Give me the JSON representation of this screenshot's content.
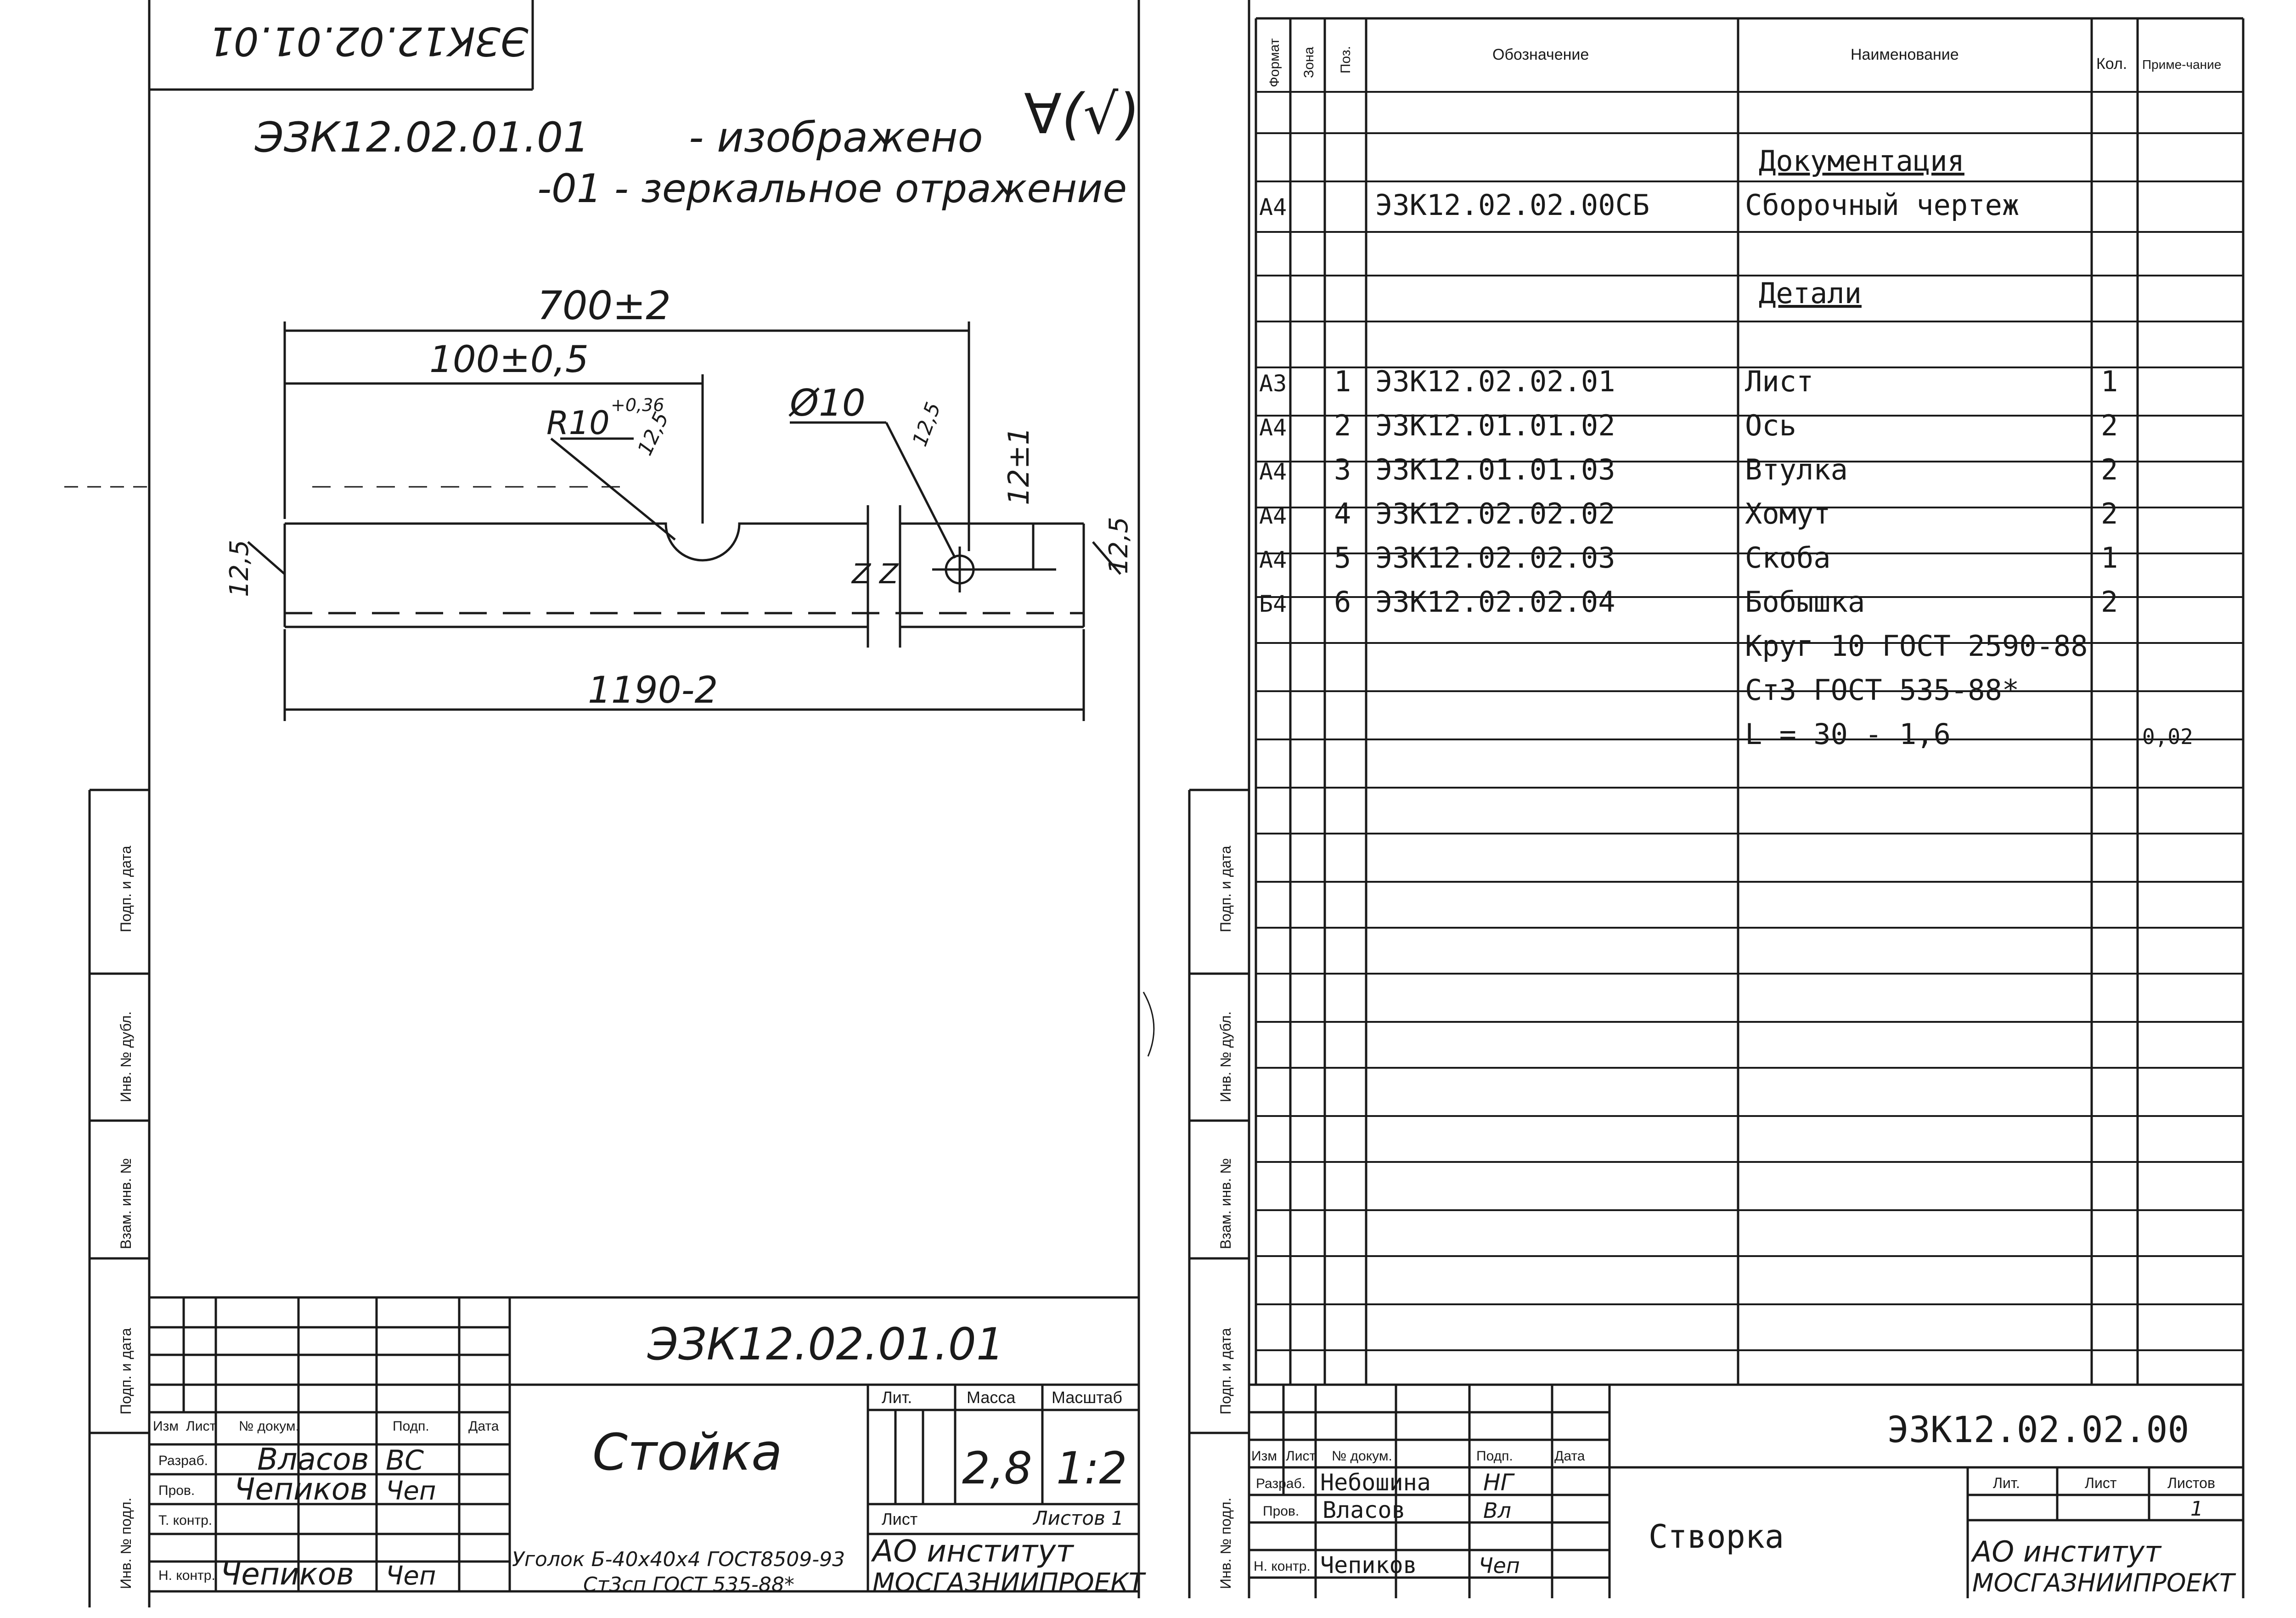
{
  "left_sheet": {
    "rotated_stamp": "ЭЗК12.02.01.01",
    "header_designation": "ЭЗК12.02.01.01",
    "header_note": "- изображено",
    "mirror_note": "-01 - зеркальное отражение",
    "roughness_mark": "∀(√)",
    "drawing": {
      "dim_overall_top": "700±2",
      "dim_hole_pos": "100±0,5",
      "dim_radius": "R10",
      "dim_radius_tol": "+0,36",
      "dim_radius_depth": "12,5",
      "dim_diameter": "Ø10",
      "dim_diameter_depth": "12,5",
      "dim_height": "12±1",
      "dim_left_end": "12,5",
      "dim_right_end": "12,5",
      "dim_bottom": "1190-2",
      "break_mark": "Z Z"
    },
    "side_labels": [
      "Подп. и дата",
      "Инв. № дубл.",
      "Взам. инв. №",
      "Подп. и дата",
      "Инв. № подл."
    ],
    "title_block": {
      "designation": "ЭЗК12.02.01.01",
      "part_name": "Стойка",
      "mass_header": "Масса",
      "scale_header": "Масштаб",
      "lit_header": "Лит.",
      "mass": "2,8",
      "scale": "1:2",
      "sheet_label": "Лист",
      "sheets_label": "Листов 1",
      "role_headers": [
        "Изм",
        "Лист",
        "№ докум.",
        "Подп.",
        "Дата"
      ],
      "roles": [
        {
          "role": "Разраб.",
          "name": "Власов",
          "sign": "ВС"
        },
        {
          "role": "Пров.",
          "name": "Чепиков",
          "sign": "Чеп"
        },
        {
          "role": "Т. контр.",
          "name": "",
          "sign": ""
        },
        {
          "role": "Н. контр.",
          "name": "Чепиков",
          "sign": "Чеп"
        }
      ],
      "material_line1": "Уголок Б-40х40х4 ГОСТ8509-93",
      "material_line2": "Ст3сп ГОСТ 535-88*",
      "org_line1": "АО институт",
      "org_line2": "МОСГАЗНИИПРОЕКТ"
    }
  },
  "right_sheet": {
    "columns": [
      "Формат",
      "Зона",
      "Поз.",
      "Обозначение",
      "Наименование",
      "Кол.",
      "Приме-чание"
    ],
    "rows": [
      {
        "fmt": "",
        "zone": "",
        "pos": "",
        "code": "",
        "name": "",
        "qty": "",
        "note": ""
      },
      {
        "fmt": "",
        "zone": "",
        "pos": "",
        "code": "",
        "name": "Документация",
        "qty": "",
        "note": "",
        "underline": true
      },
      {
        "fmt": "А4",
        "zone": "",
        "pos": "",
        "code": "ЭЗК12.02.02.00СБ",
        "name": "Сборочный чертеж",
        "qty": "",
        "note": ""
      },
      {
        "fmt": "",
        "zone": "",
        "pos": "",
        "code": "",
        "name": "",
        "qty": "",
        "note": ""
      },
      {
        "fmt": "",
        "zone": "",
        "pos": "",
        "code": "",
        "name": "Детали",
        "qty": "",
        "note": "",
        "underline": true
      },
      {
        "fmt": "",
        "zone": "",
        "pos": "",
        "code": "",
        "name": "",
        "qty": "",
        "note": ""
      },
      {
        "fmt": "А3",
        "zone": "",
        "pos": "1",
        "code": "ЭЗК12.02.02.01",
        "name": "Лист",
        "qty": "1",
        "note": ""
      },
      {
        "fmt": "А4",
        "zone": "",
        "pos": "2",
        "code": "ЭЗК12.01.01.02",
        "name": "Ось",
        "qty": "2",
        "note": ""
      },
      {
        "fmt": "А4",
        "zone": "",
        "pos": "3",
        "code": "ЭЗК12.01.01.03",
        "name": "Втулка",
        "qty": "2",
        "note": ""
      },
      {
        "fmt": "А4",
        "zone": "",
        "pos": "4",
        "code": "ЭЗК12.02.02.02",
        "name": "Хомут",
        "qty": "2",
        "note": ""
      },
      {
        "fmt": "А4",
        "zone": "",
        "pos": "5",
        "code": "ЭЗК12.02.02.03",
        "name": "Скоба",
        "qty": "1",
        "note": ""
      },
      {
        "fmt": "Б4",
        "zone": "",
        "pos": "6",
        "code": "ЭЗК12.02.02.04",
        "name": "Бобышка",
        "qty": "2",
        "note": ""
      },
      {
        "fmt": "",
        "zone": "",
        "pos": "",
        "code": "",
        "name": "Круг 10 ГОСТ 2590-88",
        "qty": "",
        "note": ""
      },
      {
        "fmt": "",
        "zone": "",
        "pos": "",
        "code": "",
        "name": "Ст3 ГОСТ 535-88*",
        "qty": "",
        "note": ""
      },
      {
        "fmt": "",
        "zone": "",
        "pos": "",
        "code": "",
        "name": "L = 30 - 1,6",
        "qty": "",
        "note": "0,02"
      }
    ],
    "side_labels": [
      "Подп. и дата",
      "Инв. № дубл.",
      "Взам. инв. №",
      "Подп. и дата",
      "Инв. № подл."
    ],
    "title_block": {
      "designation": "ЭЗК12.02.02.00",
      "name": "Створка",
      "lit_header": "Лит.",
      "sheet_header": "Лист",
      "sheets_header": "Листов",
      "sheets_count": "1",
      "role_headers": [
        "Изм",
        "Лист",
        "№ докум.",
        "Подп.",
        "Дата"
      ],
      "roles": [
        {
          "role": "Разраб.",
          "name": "Небошина",
          "sign": "НГ"
        },
        {
          "role": "Пров.",
          "name": "Власов",
          "sign": "Вл"
        },
        {
          "role": "",
          "name": "",
          "sign": ""
        },
        {
          "role": "Н. контр.",
          "name": "Чепиков",
          "sign": "Чеп"
        }
      ],
      "org_line1": "АО институт",
      "org_line2": "МОСГАЗНИИПРОЕКТ"
    }
  }
}
